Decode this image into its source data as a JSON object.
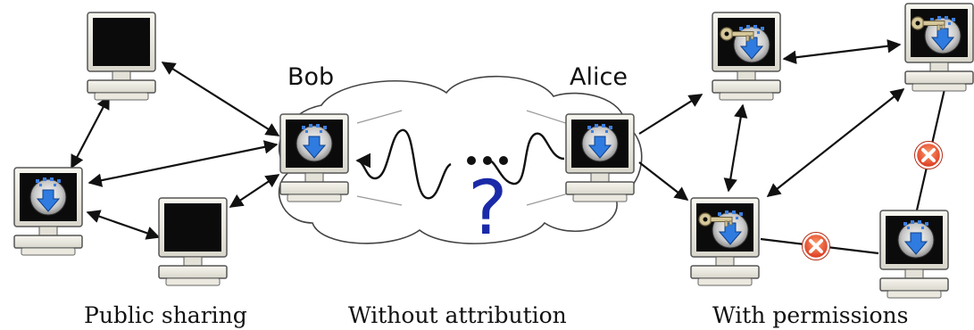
{
  "diagram": {
    "sections": {
      "left": "Public sharing",
      "middle": "Without attribution",
      "right": "With permissions"
    },
    "names": {
      "bob": "Bob",
      "alice": "Alice"
    },
    "question": "?",
    "ellipsis": "...",
    "colors": {
      "cloud_stroke": "#444444",
      "question": "#1a2aa8",
      "forbidden": "#e0462a",
      "arrow": "#111111",
      "screen": "#0b0b0b"
    },
    "icons": {
      "computer": "computer-icon",
      "share_app": "share-app-icon",
      "key": "key-icon",
      "blocked": "blocked-icon"
    }
  }
}
